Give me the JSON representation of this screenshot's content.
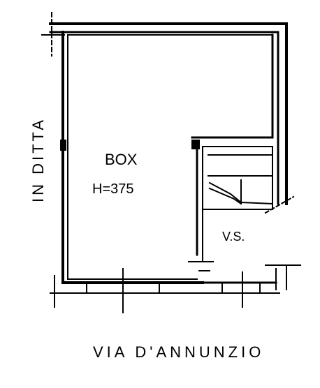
{
  "drawing": {
    "room_label": "BOX",
    "height_label": "H=375",
    "stair_label": "V.S.",
    "left_label": "IN DITTA",
    "street_label": "VIA D'ANNUNZIO"
  }
}
